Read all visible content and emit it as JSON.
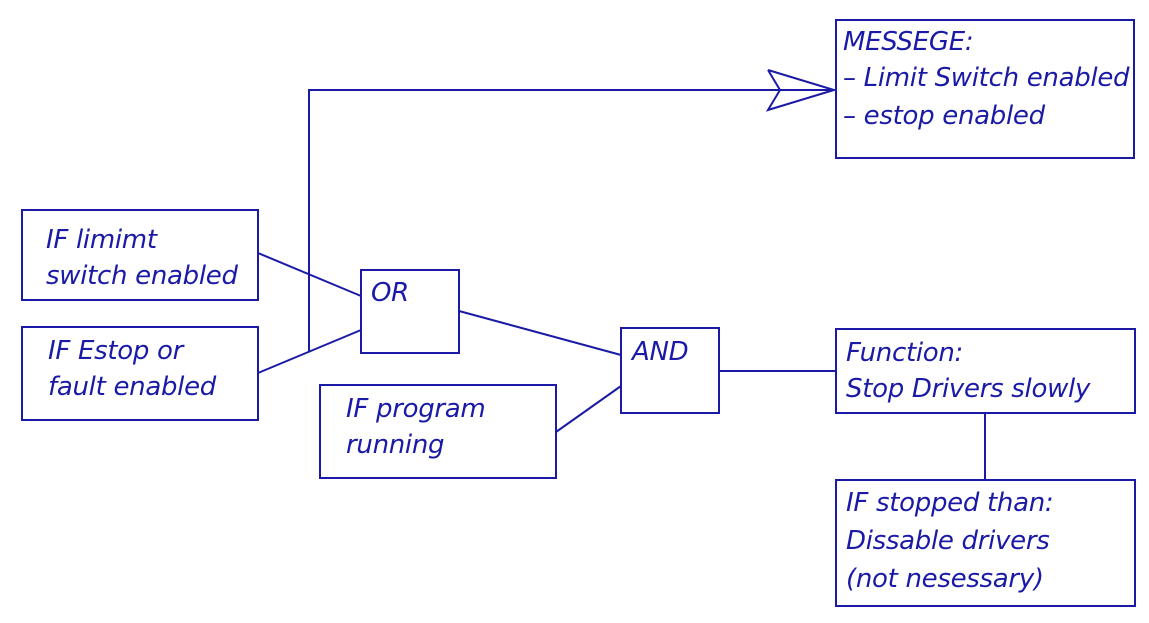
{
  "colors": {
    "ink": "#1a1aa6",
    "background": "#ffffff"
  },
  "nodes": {
    "message": {
      "lines": [
        "MESSEGE:",
        "– Limit Switch enabled",
        "– estop enabled"
      ]
    },
    "limit_switch": {
      "lines": [
        "IF limimt",
        "switch enabled"
      ]
    },
    "estop": {
      "lines": [
        "IF Estop or",
        "fault enabled"
      ]
    },
    "or_gate": {
      "label": "OR"
    },
    "program_running": {
      "lines": [
        "IF program",
        "running"
      ]
    },
    "and_gate": {
      "label": "AND"
    },
    "function": {
      "lines": [
        "Function:",
        "Stop Drivers slowly"
      ]
    },
    "stopped": {
      "lines": [
        "IF stopped than:",
        "Dissable drivers",
        "(not nesessary)"
      ]
    }
  },
  "edges": [
    {
      "from": "limit_switch",
      "to": "or_gate"
    },
    {
      "from": "estop",
      "to": "or_gate"
    },
    {
      "from": "estop",
      "to": "message",
      "arrow": true
    },
    {
      "from": "or_gate",
      "to": "and_gate"
    },
    {
      "from": "program_running",
      "to": "and_gate"
    },
    {
      "from": "and_gate",
      "to": "function"
    },
    {
      "from": "function",
      "to": "stopped"
    }
  ]
}
